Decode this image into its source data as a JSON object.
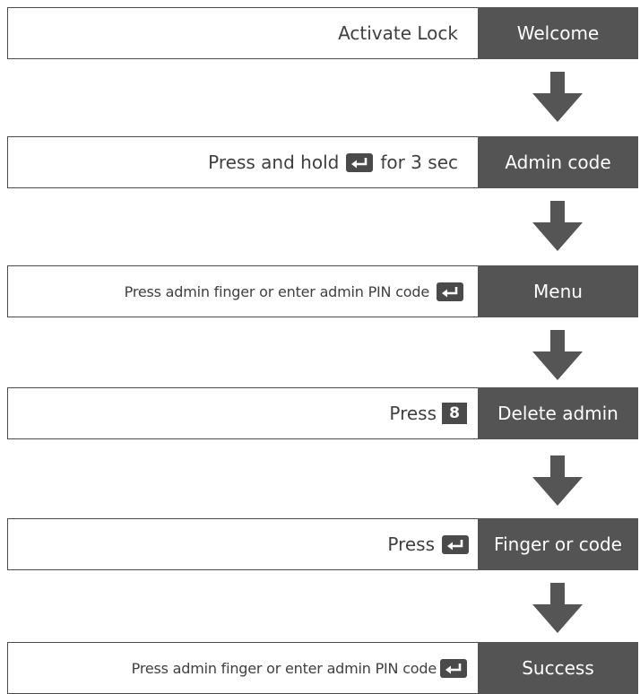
{
  "steps": [
    {
      "instruction": [
        "Activate Lock"
      ],
      "state": "Welcome"
    },
    {
      "instruction": [
        "Press and hold",
        "for 3 sec"
      ],
      "state": "Admin code"
    },
    {
      "instruction": [
        "Press admin finger or enter admin PIN code"
      ],
      "state": "Menu"
    },
    {
      "instruction": [
        "Press"
      ],
      "key": "8",
      "state": "Delete admin"
    },
    {
      "instruction": [
        "Press"
      ],
      "state": "Finger or code"
    },
    {
      "instruction": [
        "Press admin finger or enter admin PIN code"
      ],
      "state": "Success"
    }
  ],
  "icons": {
    "enter_key": "enter-key-icon",
    "flow_arrow": "down-arrow-icon"
  },
  "colors": {
    "state_bg": "#545454",
    "key_bg": "#4a4a4a",
    "text": "#3f3f3f",
    "arrow": "#555555"
  }
}
